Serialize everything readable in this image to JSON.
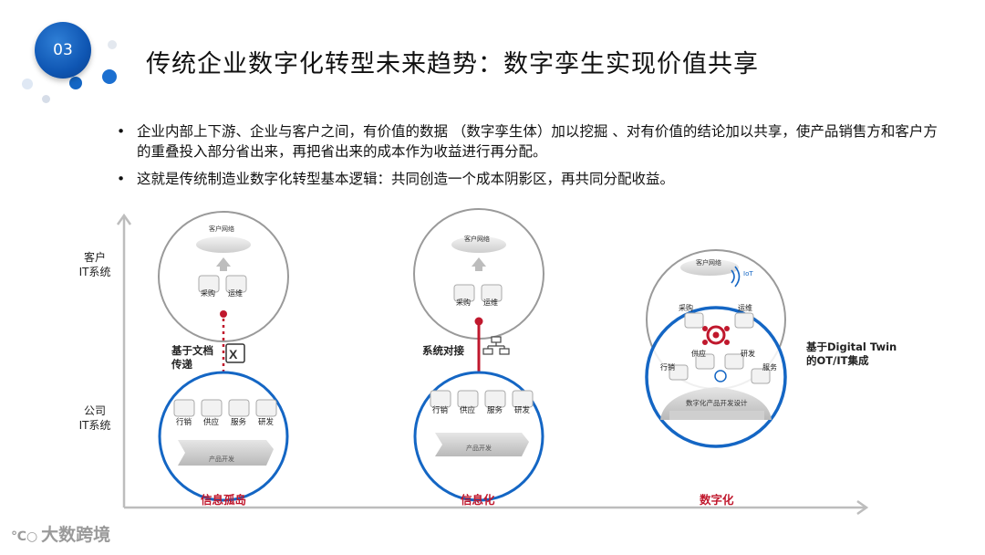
{
  "header": {
    "section_number": "03",
    "title": "传统企业数字化转型未来趋势：数字孪生实现价值共享"
  },
  "bullets": [
    "企业内部上下游、企业与客户之间，有价值的数据 （数字孪生体）加以挖掘 、对有价值的结论加以共享，使产品销售方和客户方的重叠投入部分省出来，再把省出来的成本作为收益进行再分配。",
    "这就是传统制造业数字化转型基本逻辑：共同创造一个成本阴影区，再共同分配收益。"
  ],
  "axis": {
    "customer_it_line1": "客户",
    "customer_it_line2": "IT系统",
    "company_it_line1": "公司",
    "company_it_line2": "IT系统"
  },
  "stages": [
    {
      "name": "信息孤岛",
      "cloud": "客户网络",
      "top_modules": [
        "采购",
        "运维"
      ],
      "bottom_modules": [
        "行销",
        "供应",
        "服务",
        "研发"
      ],
      "base": "产品开发",
      "link_label_line1": "基于文档",
      "link_label_line2": "传递"
    },
    {
      "name": "信息化",
      "cloud": "客户网络",
      "top_modules": [
        "采购",
        "运维"
      ],
      "bottom_modules": [
        "行销",
        "供应",
        "服务",
        "研发"
      ],
      "base": "产品开发",
      "link_label": "系统对接"
    },
    {
      "name": "数字化",
      "cloud": "客户网络",
      "iot": "IoT",
      "top_modules": [
        "采购",
        "运维"
      ],
      "bottom_modules": [
        "行销",
        "供应",
        "服务",
        "研发"
      ],
      "base": "数字化产品开发设计",
      "side_label_line1": "基于Digital Twin",
      "side_label_line2": "的OT/IT集成"
    }
  ],
  "watermark": "大数跨境",
  "colors": {
    "accent_blue": "#1466c4",
    "accent_red": "#c0182d",
    "grey_circle": "#9a9a9a"
  }
}
